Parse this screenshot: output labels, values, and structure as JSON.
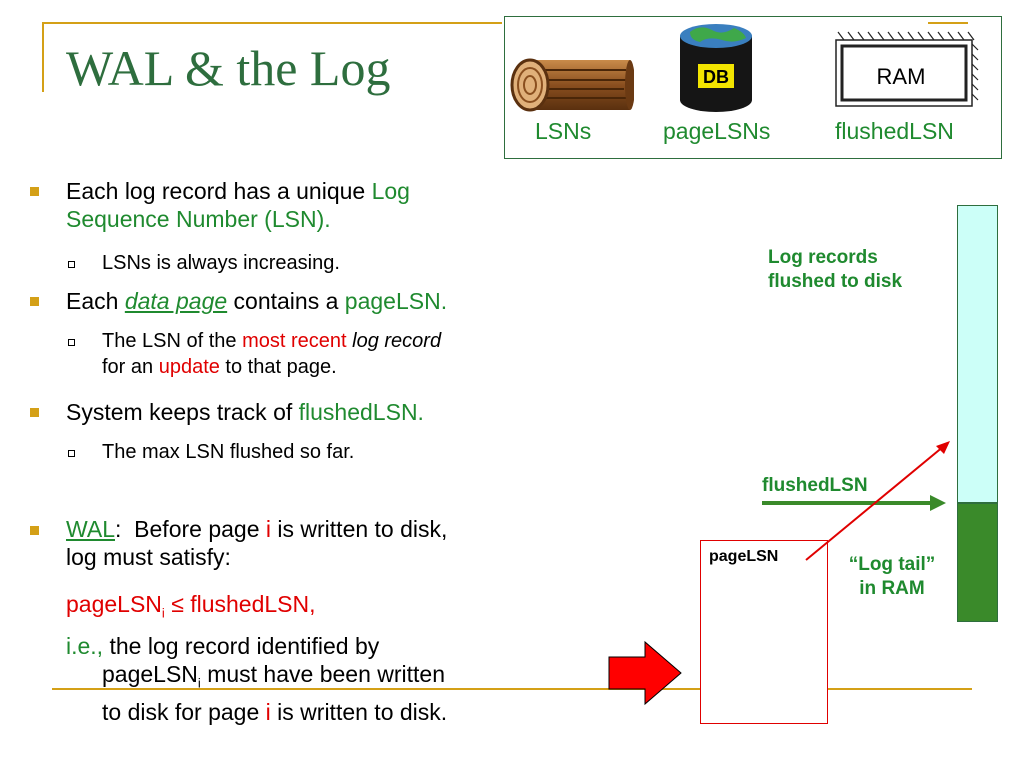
{
  "title": "WAL & the Log",
  "legend": {
    "items": [
      {
        "label": "LSNs",
        "icon": "log-icon"
      },
      {
        "label": "pageLSNs",
        "icon": "database-icon",
        "badge": "DB"
      },
      {
        "label": "flushedLSN",
        "icon": "ram-icon",
        "badge": "RAM"
      }
    ]
  },
  "bullets": {
    "b1": {
      "text": "Each log record has a unique ",
      "hl_line1": "Log",
      "line2": "Sequence Number (LSN)."
    },
    "b1_sub": "LSNs is always increasing.",
    "b2": {
      "pre": "Each ",
      "em": "data page",
      "mid": " contains a ",
      "hl": "pageLSN."
    },
    "b2_sub": {
      "pre": "The LSN of the ",
      "red": "most recent",
      "em": "log record",
      "l2_pre": "for an ",
      "l2_red": "update",
      "l2_post": " to that page."
    },
    "b3": {
      "pre": "System keeps track of ",
      "hl": "flushedLSN."
    },
    "b3_sub": "The max LSN flushed so far.",
    "b4": {
      "wal": "WAL",
      "colon": ":",
      "pre": "  Before page ",
      "i": "i",
      "post": " is written to disk,",
      "line2": "log must satisfy:"
    },
    "formula": {
      "left": "pageLSN",
      "sub": "i",
      "op": " ≤ ",
      "right": "flushedLSN,"
    },
    "ie": {
      "lead": "i.e.,",
      "l1": " the log record identified by",
      "l2_pre": "pageLSN",
      "l2_sub": "i",
      "l2_post": " must have been written",
      "l3_pre": "to disk for page ",
      "l3_i": "i",
      "l3_post": " is written to disk."
    }
  },
  "diagram": {
    "log_flushed_l1": "Log records",
    "log_flushed_l2": "flushed to disk",
    "flushed_label": "flushedLSN",
    "page_label": "pageLSN",
    "tail_l1": "“Log tail”",
    "tail_l2": "in RAM",
    "colors": {
      "flushed": "#ccfff8",
      "tail": "#3a8a2a",
      "accent_green": "#1f8a2f",
      "accent_red": "#e00000",
      "rule": "#d4a017"
    }
  }
}
